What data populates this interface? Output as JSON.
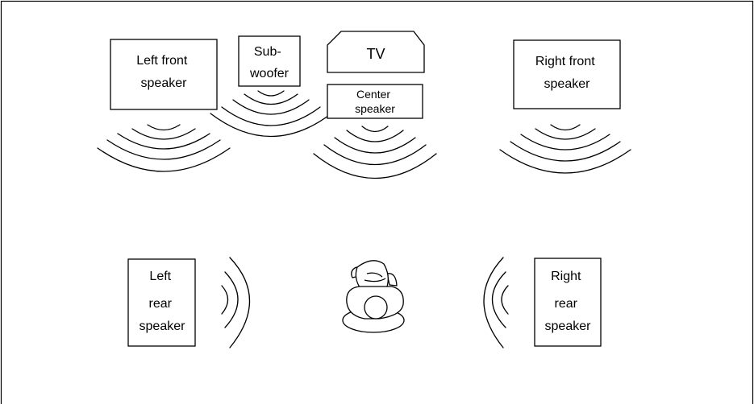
{
  "diagram": {
    "speakers": {
      "left_front": {
        "lines": [
          "Left front",
          "speaker"
        ]
      },
      "subwoofer": {
        "lines": [
          "Sub-",
          "woofer"
        ]
      },
      "tv": {
        "lines": [
          "TV"
        ]
      },
      "center": {
        "lines": [
          "Center",
          "speaker"
        ]
      },
      "right_front": {
        "lines": [
          "Right front",
          "speaker"
        ]
      },
      "left_rear": {
        "lines": [
          "Left",
          "rear",
          "speaker"
        ]
      },
      "right_rear": {
        "lines": [
          "Right",
          "rear",
          "speaker"
        ]
      }
    },
    "listener_icon": "seated-listener-icon",
    "colors": {
      "stroke": "#000000",
      "background": "#ffffff"
    }
  }
}
